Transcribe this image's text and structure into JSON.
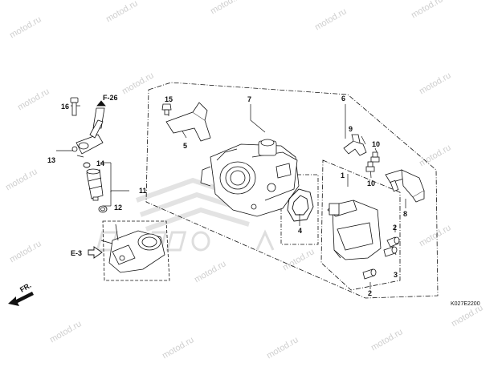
{
  "watermark": "motod.ru",
  "diagram_code": "K027E2200",
  "direction": "FR.",
  "refs": {
    "f26": "F-26",
    "e3": "E-3"
  },
  "callouts": {
    "c1": "1",
    "c2a": "2",
    "c2b": "2",
    "c3": "3",
    "c4": "4",
    "c5": "5",
    "c6": "6",
    "c7": "7",
    "c8": "8",
    "c9": "9",
    "c10a": "10",
    "c10b": "10",
    "c11": "11",
    "c12": "12",
    "c13": "13",
    "c14": "14",
    "c15": "15",
    "c16": "16"
  },
  "colors": {
    "line": "#111111",
    "watermark": "#cfcfcf",
    "brand_ghost": "#e3e3e3"
  }
}
